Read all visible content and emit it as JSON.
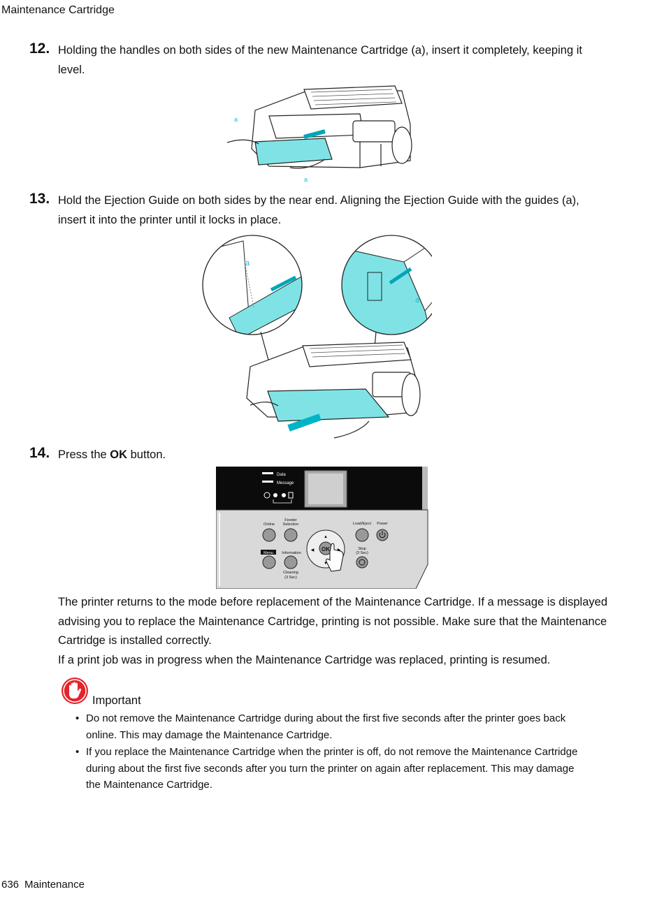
{
  "header": {
    "section_title": "Maintenance Cartridge"
  },
  "steps": [
    {
      "number": "12.",
      "text": "Holding the handles on both sides of the new Maintenance Cartridge (a), insert it completely, keeping it level."
    },
    {
      "number": "13.",
      "text": "Hold the Ejection Guide on both sides by the near end.  Aligning the Ejection Guide with the guides (a), insert it into the printer until it locks in place."
    },
    {
      "number": "14.",
      "text_before": "Press the ",
      "bold": "OK",
      "text_after": " button."
    }
  ],
  "figure_labels": {
    "a": "a"
  },
  "control_panel": {
    "data_label": "Data",
    "message_label": "Message",
    "online": "Online",
    "feeder_selection_1": "Feeder",
    "feeder_selection_2": "Selection",
    "load_eject": "Load/Eject",
    "power": "Power",
    "menu": "Menu",
    "information": "Information",
    "cleaning_1": "Cleaning",
    "cleaning_2": "(3 Sec)",
    "stop_1": "Stop",
    "stop_2": "(3 Sec)",
    "ok": "OK"
  },
  "body": {
    "paragraph_1": "The printer returns to the mode before replacement of the Maintenance Cartridge.  If a message is displayed advising you to replace the Maintenance Cartridge, printing is not possible.  Make sure that the Maintenance Cartridge is installed correctly.",
    "paragraph_2": "If a print job was in progress when the Maintenance Cartridge was replaced, printing is resumed."
  },
  "important": {
    "title": "Important",
    "items": [
      "Do not remove the Maintenance Cartridge during about the first five seconds after the printer goes back online.  This may damage the Maintenance Cartridge.",
      "If you replace the Maintenance Cartridge when the printer is off, do not remove the Maintenance Cartridge during about the first five seconds after you turn the printer on again after replacement.  This may damage the Maintenance Cartridge."
    ]
  },
  "footer": {
    "page_number": "636",
    "section": "Maintenance"
  },
  "colors": {
    "accent_cyan": "#7fe3e6",
    "important_red": "#e3242b",
    "panel_black": "#0b0b0b",
    "panel_grey": "#d9d9d9"
  }
}
